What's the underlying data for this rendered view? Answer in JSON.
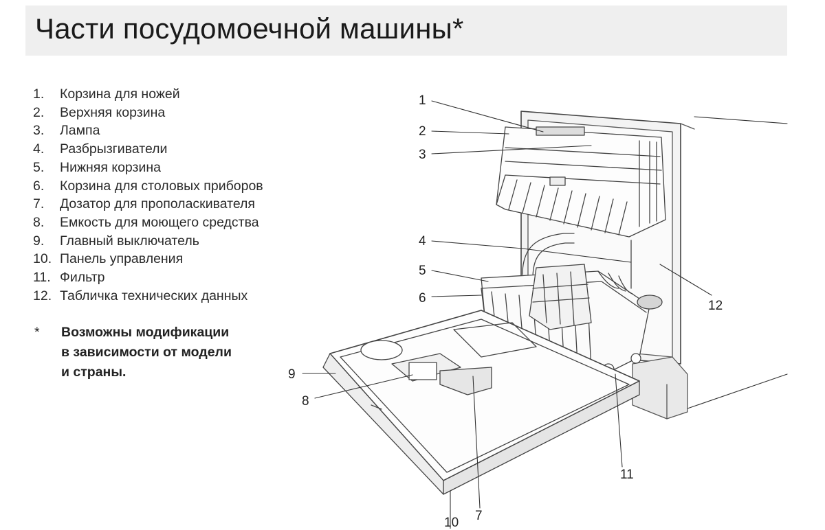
{
  "title": "Части посудомоечной машины*",
  "parts": [
    {
      "num": "1.",
      "label": "Корзина для ножей"
    },
    {
      "num": "2.",
      "label": "Верхняя корзина"
    },
    {
      "num": "3.",
      "label": "Лампа"
    },
    {
      "num": "4.",
      "label": "Разбрызгиватели"
    },
    {
      "num": "5.",
      "label": "Нижняя корзина"
    },
    {
      "num": "6.",
      "label": "Корзина для столовых приборов"
    },
    {
      "num": "7.",
      "label": "Дозатор для прополаскивателя"
    },
    {
      "num": "8.",
      "label": "Емкость для моющего средства"
    },
    {
      "num": "9.",
      "label": "Главный выключатель"
    },
    {
      "num": "10.",
      "label": "Панель управления"
    },
    {
      "num": "11.",
      "label": "Фильтр"
    },
    {
      "num": "12.",
      "label": "Табличка технических данных"
    }
  ],
  "note": {
    "marker": "*",
    "text": "Возможны модификации\nв зависимости от модели\nи страны."
  },
  "callouts": {
    "c1": "1",
    "c2": "2",
    "c3": "3",
    "c4": "4",
    "c5": "5",
    "c6": "6",
    "c7": "7",
    "c8": "8",
    "c9": "9",
    "c10": "10",
    "c11": "11",
    "c12": "12"
  }
}
